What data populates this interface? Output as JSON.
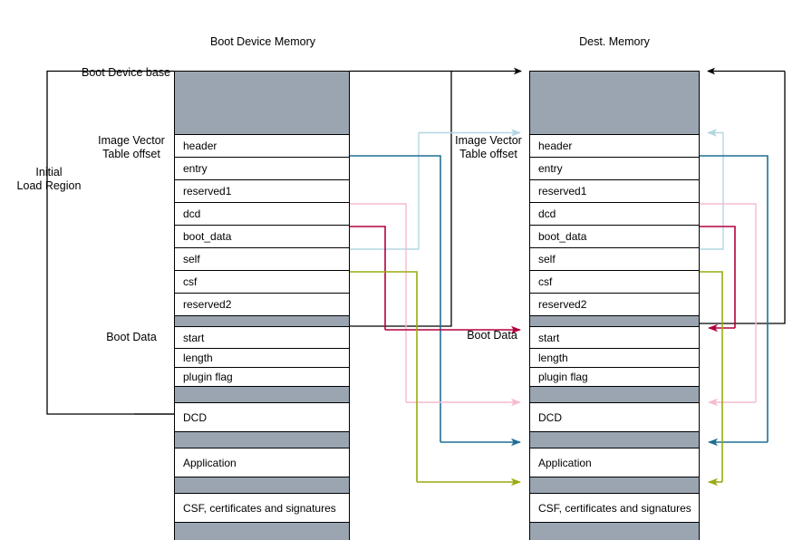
{
  "diagram": {
    "title_left": "Boot Device Memory",
    "title_right": "Dest. Memory",
    "labels": {
      "boot_device_base": "Boot Device base",
      "image_vector_table_offset_left": "Image Vector\nTable offset",
      "image_vector_table_offset_right": "Image Vector\nTable offset",
      "initial_load_region": "Initial\nLoad Region",
      "boot_data_left": "Boot Data",
      "boot_data_right": "Boot Data",
      "ivt_left_line1": "Image Vector",
      "ivt_left_line2": "Table offset",
      "ivt_right_line1": "Image Vector",
      "ivt_right_line2": "Table offset",
      "ilr_line1": "Initial",
      "ilr_line2": "Load Region"
    },
    "left_table": {
      "name": "Boot Device Memory",
      "rows": [
        {
          "label": "",
          "filled": true,
          "height": 70
        },
        {
          "label": "header",
          "filled": false,
          "height": 25
        },
        {
          "label": "entry",
          "filled": false,
          "height": 25
        },
        {
          "label": "reserved1",
          "filled": false,
          "height": 25
        },
        {
          "label": "dcd",
          "filled": false,
          "height": 25
        },
        {
          "label": "boot_data",
          "filled": false,
          "height": 25
        },
        {
          "label": "self",
          "filled": false,
          "height": 25
        },
        {
          "label": "csf",
          "filled": false,
          "height": 25
        },
        {
          "label": "reserved2",
          "filled": false,
          "height": 25
        },
        {
          "label": "",
          "filled": true,
          "height": 12
        },
        {
          "label": "start",
          "filled": false,
          "height": 24
        },
        {
          "label": "length",
          "filled": false,
          "height": 21
        },
        {
          "label": "plugin flag",
          "filled": false,
          "height": 21
        },
        {
          "label": "",
          "filled": true,
          "height": 18
        },
        {
          "label": "DCD",
          "filled": false,
          "height": 32
        },
        {
          "label": "",
          "filled": true,
          "height": 18
        },
        {
          "label": "Application",
          "filled": false,
          "height": 32
        },
        {
          "label": "",
          "filled": true,
          "height": 18
        },
        {
          "label": "CSF, certificates and signatures",
          "filled": false,
          "height": 32
        },
        {
          "label": "",
          "filled": true,
          "height": 27
        }
      ]
    },
    "right_table": {
      "name": "Dest. Memory",
      "rows": [
        {
          "label": "",
          "filled": true,
          "height": 70
        },
        {
          "label": "header",
          "filled": false,
          "height": 25
        },
        {
          "label": "entry",
          "filled": false,
          "height": 25
        },
        {
          "label": "reserved1",
          "filled": false,
          "height": 25
        },
        {
          "label": "dcd",
          "filled": false,
          "height": 25
        },
        {
          "label": "boot_data",
          "filled": false,
          "height": 25
        },
        {
          "label": "self",
          "filled": false,
          "height": 25
        },
        {
          "label": "csf",
          "filled": false,
          "height": 25
        },
        {
          "label": "reserved2",
          "filled": false,
          "height": 25
        },
        {
          "label": "",
          "filled": true,
          "height": 12
        },
        {
          "label": "start",
          "filled": false,
          "height": 24
        },
        {
          "label": "length",
          "filled": false,
          "height": 21
        },
        {
          "label": "plugin flag",
          "filled": false,
          "height": 21
        },
        {
          "label": "",
          "filled": true,
          "height": 18
        },
        {
          "label": "DCD",
          "filled": false,
          "height": 32
        },
        {
          "label": "",
          "filled": true,
          "height": 18
        },
        {
          "label": "Application",
          "filled": false,
          "height": 32
        },
        {
          "label": "",
          "filled": true,
          "height": 18
        },
        {
          "label": "CSF, certificates and signatures",
          "filled": false,
          "height": 32
        },
        {
          "label": "",
          "filled": true,
          "height": 27
        }
      ]
    },
    "colors": {
      "fill_gray": "#9aa5b1",
      "outline_black": "#000000",
      "arrow_teal": "#1f6f94",
      "arrow_lightblue": "#b4d5e2",
      "arrow_pink": "#f5bcce",
      "arrow_crimson": "#b4003c",
      "arrow_olive": "#9aab12",
      "text": "#000000"
    },
    "connections": [
      {
        "name": "boot-device-base-to-dest-top",
        "color": "#000000",
        "from": "Initial Load Region bracket",
        "to": "Dest. Memory top"
      },
      {
        "name": "self-to-header",
        "color": "#b4d5e2",
        "from": "self",
        "to": "header"
      },
      {
        "name": "entry-to-application",
        "color": "#1f6f94",
        "from": "entry",
        "to": "Application"
      },
      {
        "name": "dcd-to-DCD",
        "color": "#f5bcce",
        "from": "dcd",
        "to": "DCD"
      },
      {
        "name": "boot_data-to-start",
        "color": "#b4003c",
        "from": "boot_data",
        "to": "start"
      },
      {
        "name": "csf-to-CSF",
        "color": "#9aab12",
        "from": "csf",
        "to": "CSF, certificates and signatures"
      },
      {
        "name": "boot-data-start-to-dest-top",
        "color": "#000000",
        "from": "start",
        "to": "Dest. Memory top"
      }
    ]
  }
}
